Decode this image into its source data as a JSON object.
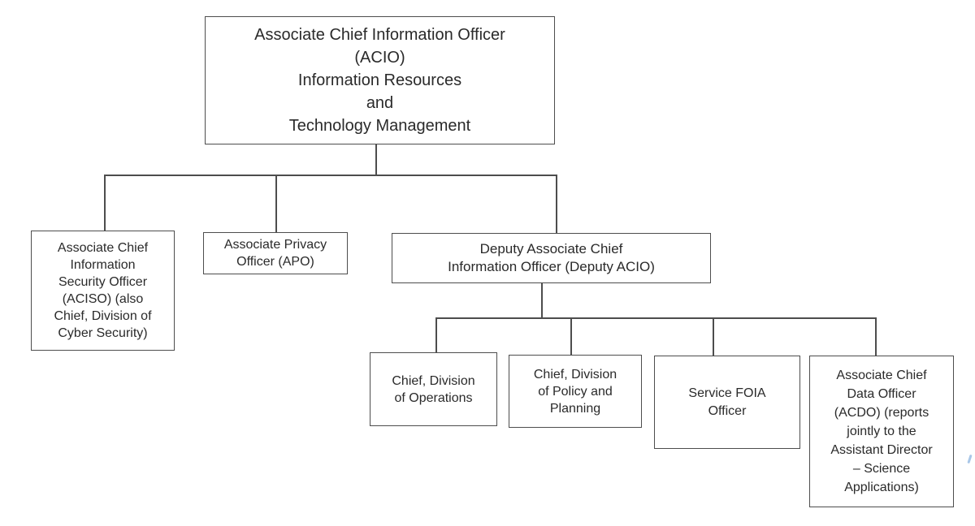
{
  "colors": {
    "background": "#ffffff",
    "border": "#4d4d4d",
    "line": "#4d4d4d",
    "text": "#2a2a2a",
    "artifact": "#a9c7e8"
  },
  "nodes": {
    "acio": {
      "label": "Associate Chief Information Officer\n(ACIO)\nInformation Resources\nand\nTechnology Management"
    },
    "aciso": {
      "label": "Associate Chief\nInformation\nSecurity Officer\n(ACISO) (also\nChief, Division of\nCyber Security)"
    },
    "apo": {
      "label": "Associate Privacy\nOfficer (APO)"
    },
    "deputy": {
      "label": "Deputy Associate Chief\nInformation Officer (Deputy ACIO)"
    },
    "operations": {
      "label": "Chief, Division\nof Operations"
    },
    "policy": {
      "label": "Chief, Division\nof Policy and\nPlanning"
    },
    "foia": {
      "label": "Service FOIA\nOfficer"
    },
    "acdo": {
      "label": "Associate Chief\nData Officer\n(ACDO) (reports\njointly to the\nAssistant Director\n– Science\nApplications)"
    }
  },
  "edges": [
    {
      "from": "acio",
      "to": "aciso"
    },
    {
      "from": "acio",
      "to": "apo"
    },
    {
      "from": "acio",
      "to": "deputy"
    },
    {
      "from": "deputy",
      "to": "operations"
    },
    {
      "from": "deputy",
      "to": "policy"
    },
    {
      "from": "deputy",
      "to": "foia"
    },
    {
      "from": "deputy",
      "to": "acdo"
    }
  ]
}
